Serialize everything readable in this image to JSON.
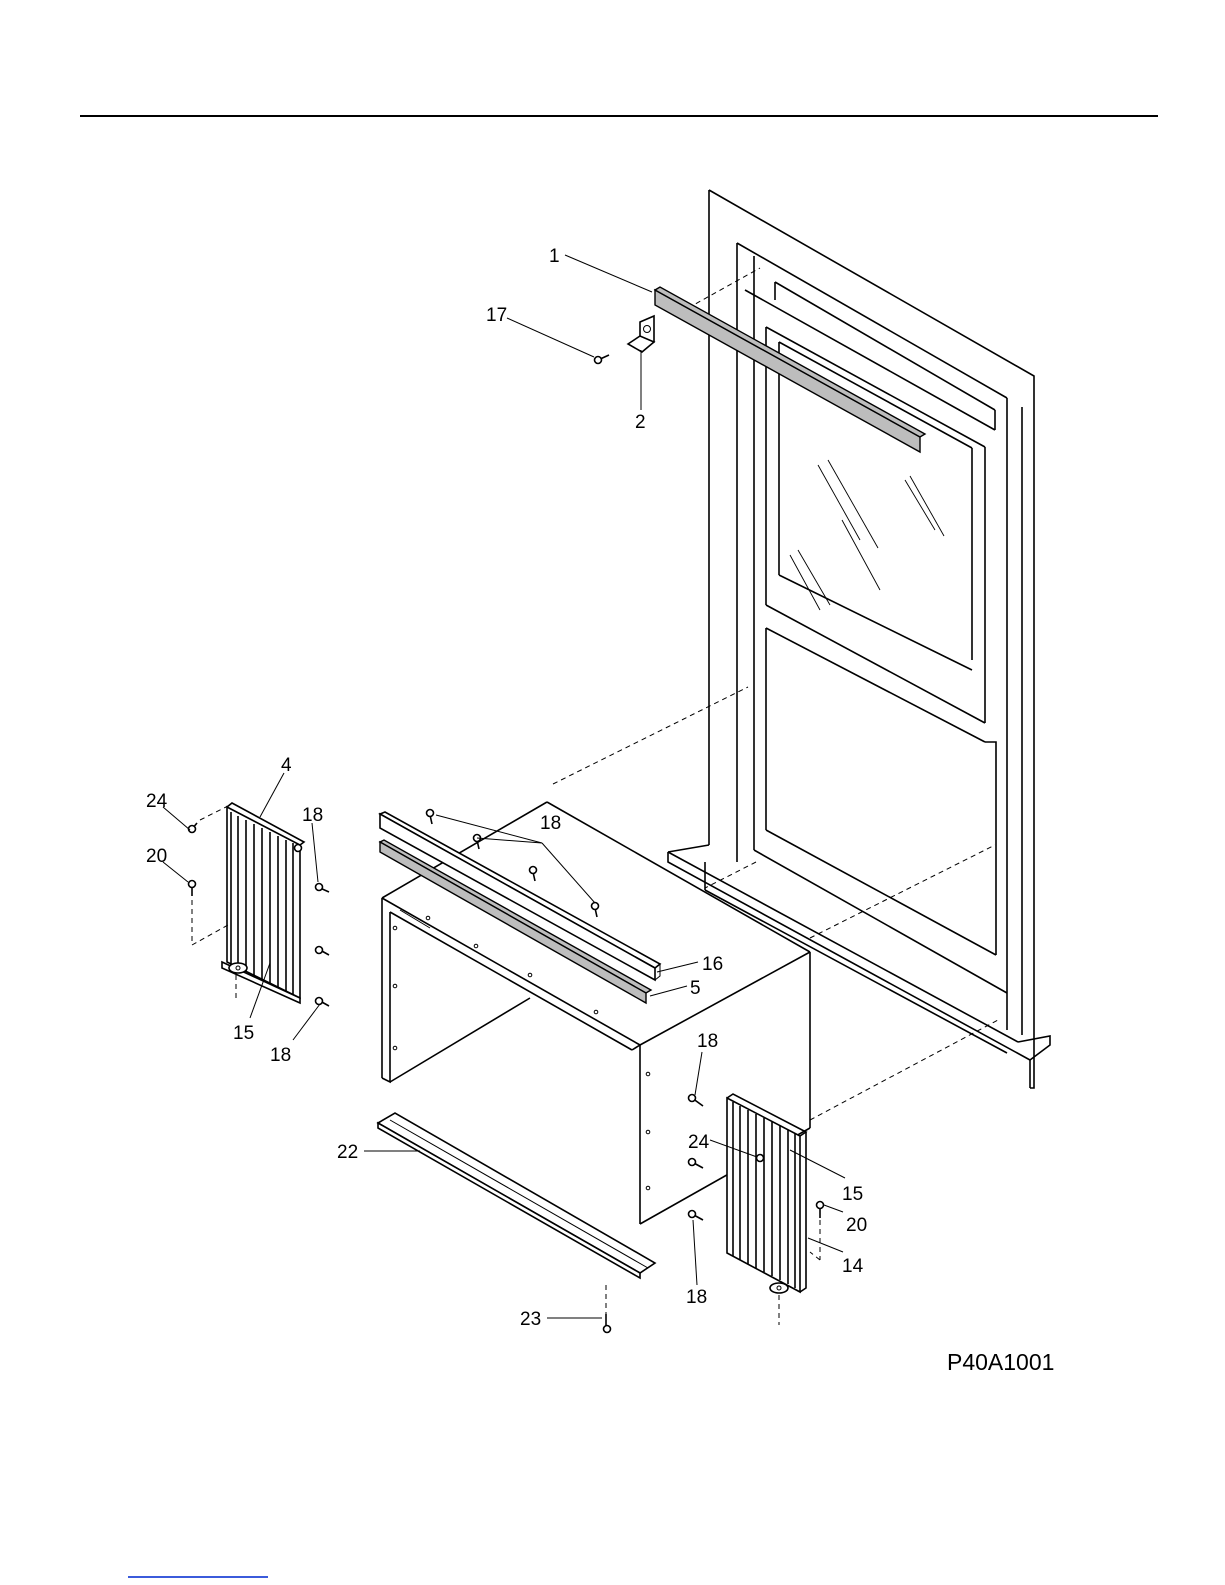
{
  "diagram": {
    "drawing_code": "P40A1001",
    "callouts": [
      "1",
      "17",
      "2",
      "4",
      "24",
      "18",
      "20",
      "15",
      "18",
      "18",
      "16",
      "5",
      "18",
      "24",
      "15",
      "20",
      "14",
      "22",
      "23",
      "18"
    ]
  },
  "colors": {
    "line": "#000000",
    "seal_gray": "#bdbdbd",
    "background": "#ffffff"
  }
}
